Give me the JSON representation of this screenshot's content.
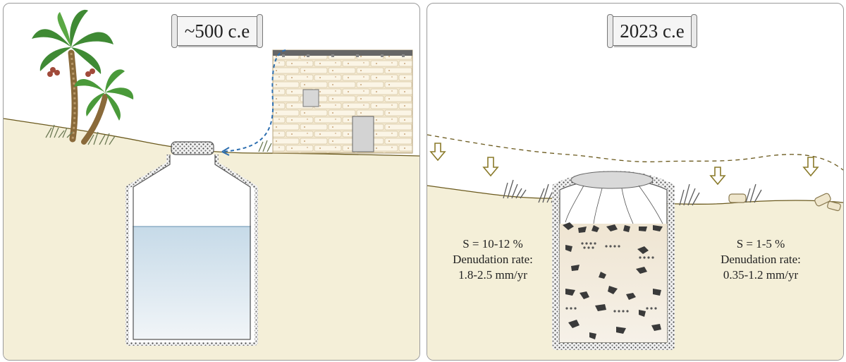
{
  "left_panel": {
    "era": "~500 c.e"
  },
  "right_panel": {
    "era": "2023 c.e",
    "left_site": {
      "slope": "S = 10-12 %",
      "label": "Denudation rate:",
      "rate": "1.8-2.5 mm/yr"
    },
    "right_site": {
      "slope": "S = 1-5 %",
      "label": "Denudation rate:",
      "rate": "0.35-1.2 mm/yr"
    }
  },
  "colors": {
    "soil": "#f4efd8",
    "water_top": "#c9dce9",
    "water_bottom": "#eef3f7",
    "wall_hatch": "#555555",
    "brick": "#f3e8cf",
    "flow_arrow": "#2e6fb0",
    "ground_line": "#6b5a1e",
    "subsidence_arrow": "#8a7a2a"
  },
  "icons": [
    "palm-tree-icon",
    "house-icon",
    "cistern-icon",
    "down-arrow-icon",
    "rock-icon",
    "shrub-icon"
  ]
}
